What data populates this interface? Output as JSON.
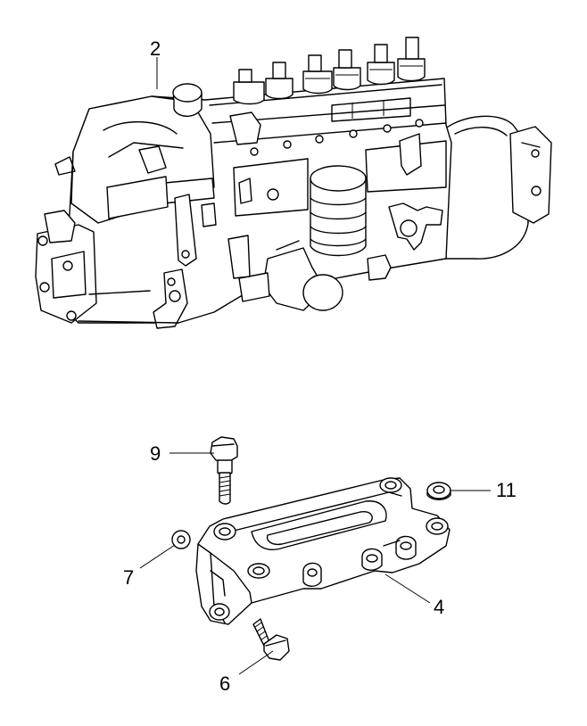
{
  "diagram": {
    "parts": [
      {
        "id": "injection-pump",
        "callout": "2"
      },
      {
        "id": "mounting-bracket",
        "callout": "4"
      },
      {
        "id": "bracket-bolt",
        "callout": "6"
      },
      {
        "id": "washer-small",
        "callout": "7"
      },
      {
        "id": "hex-bolt",
        "callout": "9"
      },
      {
        "id": "washer-right",
        "callout": "11"
      }
    ],
    "line_color": "#000000",
    "background": "#ffffff"
  }
}
